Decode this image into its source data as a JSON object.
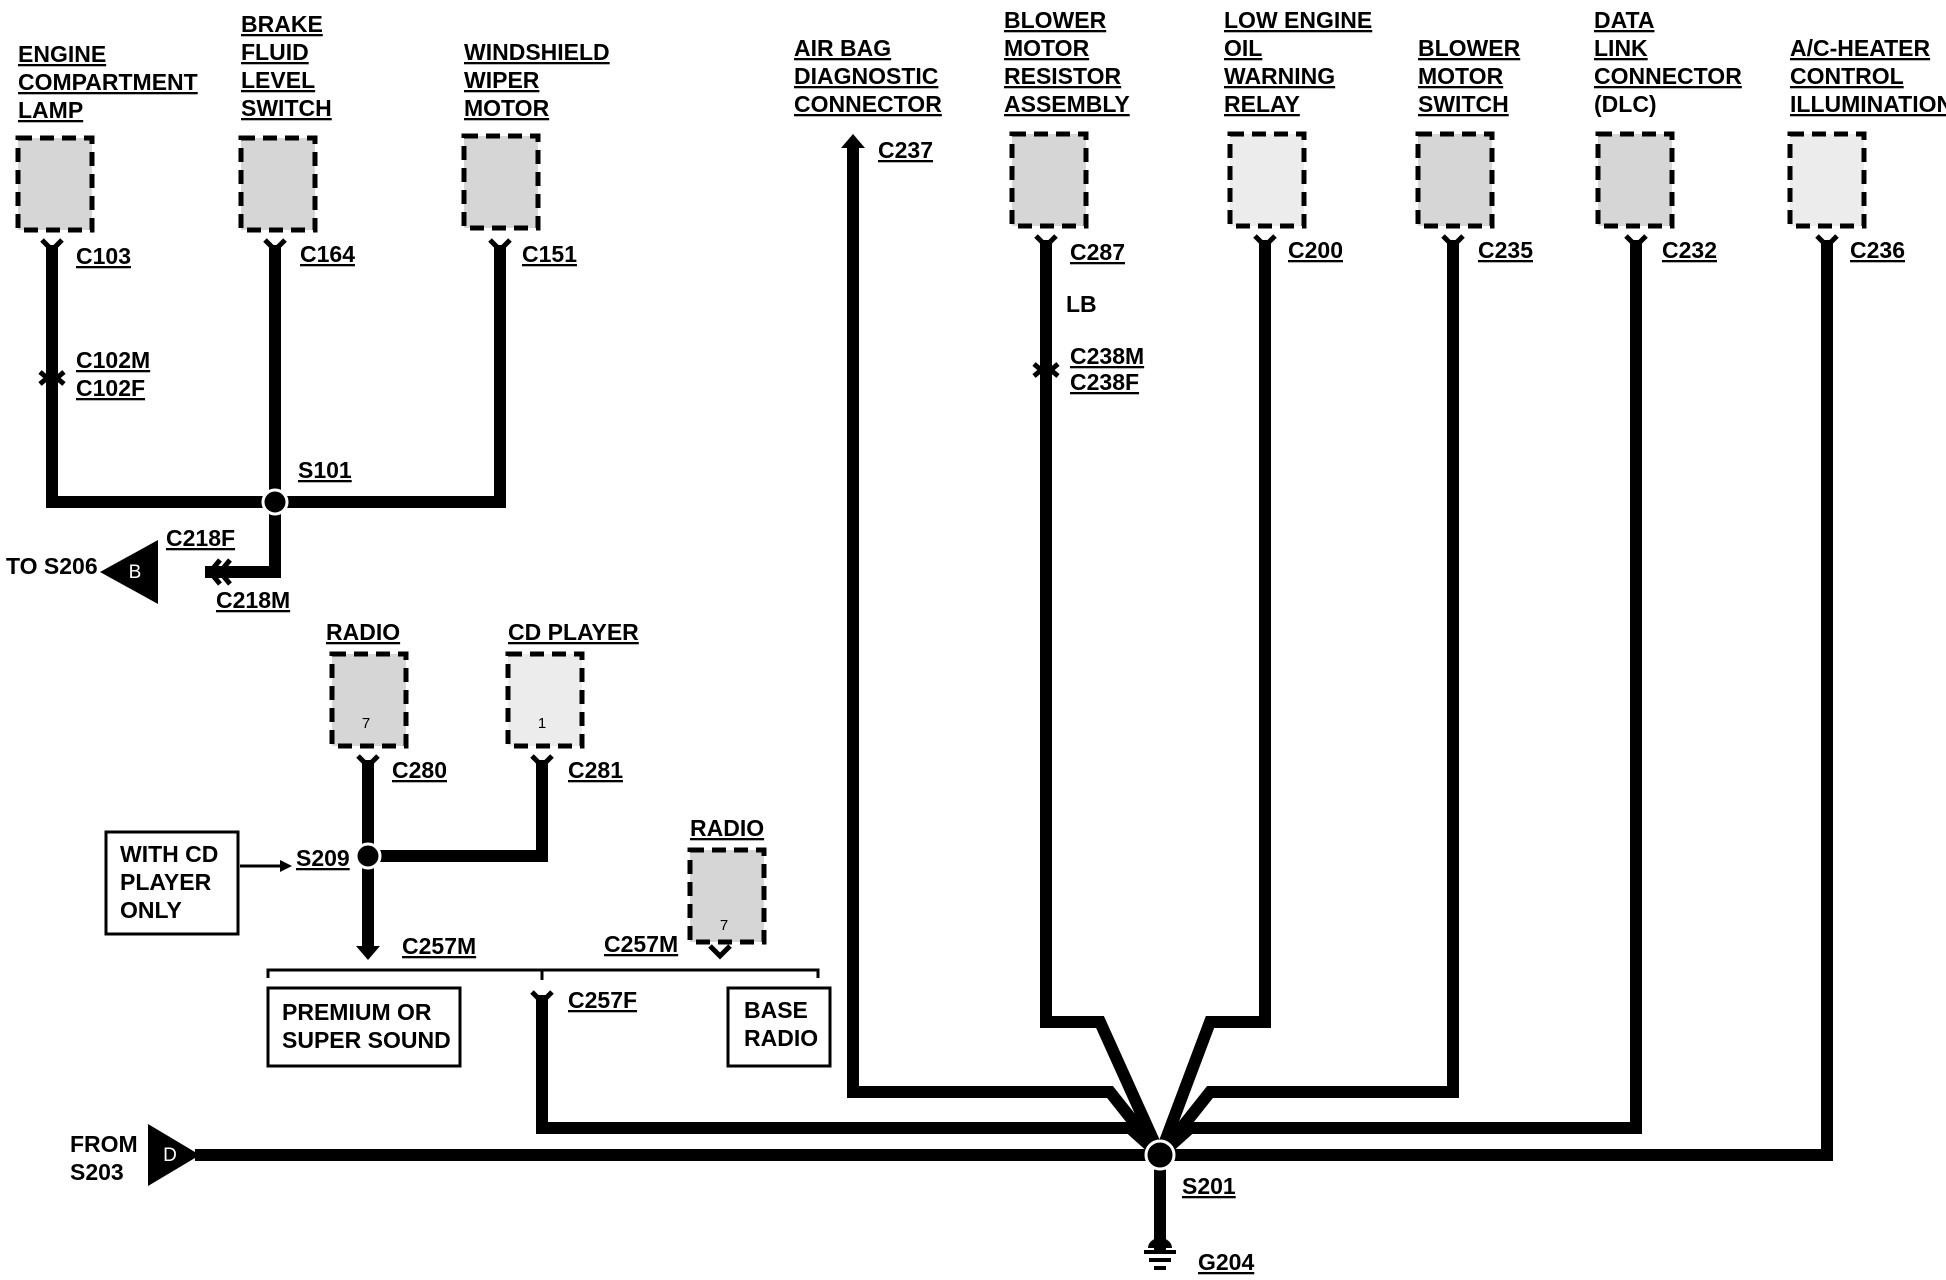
{
  "components": {
    "engine_compartment_lamp": [
      "ENGINE",
      "COMPARTMENT",
      "LAMP"
    ],
    "brake_fluid_level_switch": [
      "BRAKE",
      "FLUID",
      "LEVEL",
      "SWITCH"
    ],
    "windshield_wiper_motor": [
      "WINDSHIELD",
      "WIPER",
      "MOTOR"
    ],
    "air_bag_diagnostic_connector": [
      "AIR BAG",
      "DIAGNOSTIC",
      "CONNECTOR"
    ],
    "blower_motor_resistor_assembly": [
      "BLOWER",
      "MOTOR",
      "RESISTOR",
      "ASSEMBLY"
    ],
    "low_engine_oil_warning_relay": [
      "LOW ENGINE",
      "OIL",
      "WARNING",
      "RELAY"
    ],
    "blower_motor_switch": [
      "BLOWER",
      "MOTOR",
      "SWITCH"
    ],
    "data_link_connector": [
      "DATA",
      "LINK",
      "CONNECTOR",
      "(DLC)"
    ],
    "ac_heater_control_illumination": [
      "A/C-HEATER",
      "CONTROL",
      "ILLUMINATION"
    ],
    "radio_premium": "RADIO",
    "cd_player": "CD PLAYER",
    "radio_base": "RADIO"
  },
  "connectors": {
    "c103": "C103",
    "c164": "C164",
    "c151": "C151",
    "c102m": "C102M",
    "c102f": "C102F",
    "c218f": "C218F",
    "c218m": "C218M",
    "c237": "C237",
    "c287": "C287",
    "c238m": "C238M",
    "c238f": "C238F",
    "c200": "C200",
    "c235": "C235",
    "c232": "C232",
    "c236": "C236",
    "c280": "C280",
    "c281": "C281",
    "c257m_left": "C257M",
    "c257m_right": "C257M",
    "c257f": "C257F"
  },
  "splices": {
    "s101": "S101",
    "s209": "S209",
    "s201": "S201"
  },
  "ground": "G204",
  "wire_color": "LB",
  "pins": {
    "radio_premium": "7",
    "cd_player": "1",
    "radio_base": "7"
  },
  "off_page": {
    "to_s206": "TO S206",
    "to_s206_tag": "B",
    "from_s203": [
      "FROM",
      "S203"
    ],
    "from_s203_tag": "D"
  },
  "notes": {
    "with_cd_player_only": [
      "WITH CD",
      "PLAYER",
      "ONLY"
    ],
    "premium_or_super_sound": [
      "PREMIUM OR",
      "SUPER SOUND"
    ],
    "base_radio": [
      "BASE",
      "RADIO"
    ]
  }
}
